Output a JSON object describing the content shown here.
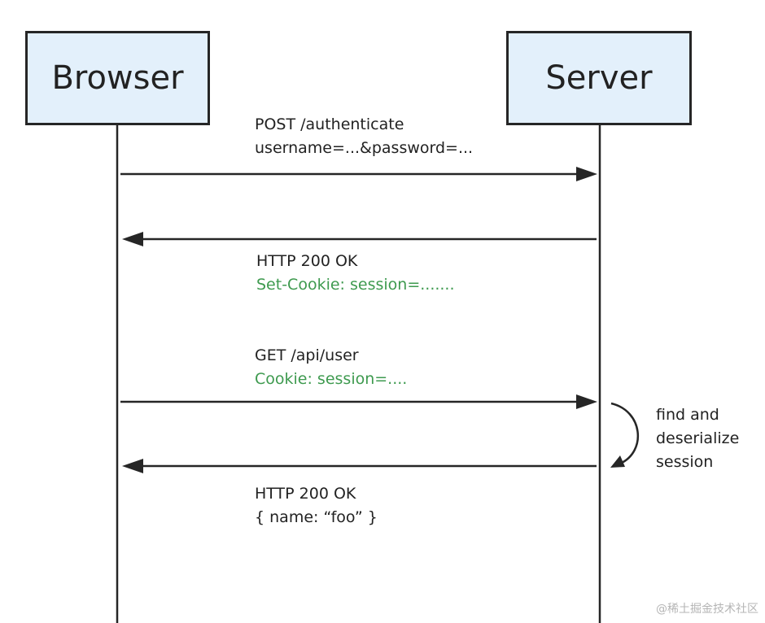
{
  "actors": {
    "browser": "Browser",
    "server": "Server"
  },
  "messages": [
    {
      "direction": "browser-to-server",
      "lines": [
        "POST /authenticate",
        "username=...&password=..."
      ]
    },
    {
      "direction": "server-to-browser",
      "lines": [
        "HTTP 200 OK",
        "Set-Cookie: session=......."
      ]
    },
    {
      "direction": "browser-to-server",
      "lines": [
        "GET /api/user",
        "Cookie: session=...."
      ]
    },
    {
      "direction": "server-to-browser",
      "lines": [
        "HTTP 200 OK",
        "{  name: “foo” }"
      ]
    }
  ],
  "server_note": [
    "find and",
    "deserialize",
    "session"
  ],
  "watermark": "@稀土掘金技术社区",
  "colors": {
    "actor_fill": "#e3f0fb",
    "line": "#262626",
    "cookie_text": "#3e9a4f"
  }
}
